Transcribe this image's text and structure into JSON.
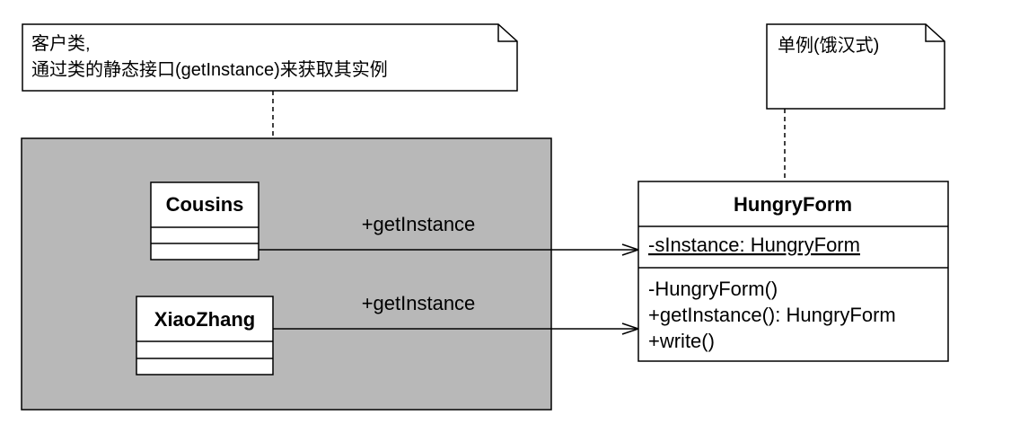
{
  "notes": {
    "client_note_line1": "客户类,",
    "client_note_line2": "通过类的静态接口(getInstance)来获取其实例",
    "singleton_note": "单例(饿汉式)"
  },
  "classes": {
    "cousins": {
      "name": "Cousins"
    },
    "xiaozhang": {
      "name": "XiaoZhang"
    },
    "hungry_form": {
      "name": "HungryForm",
      "attribute": "-sInstance: HungryForm",
      "operations": [
        "-HungryForm()",
        "+getInstance(): HungryForm",
        "+write()"
      ]
    }
  },
  "associations": {
    "cousins_label": "+getInstance",
    "xiaozhang_label": "+getInstance"
  },
  "colors": {
    "package_fill": "#b8b8b8",
    "stroke": "#000000",
    "background": "#ffffff"
  }
}
